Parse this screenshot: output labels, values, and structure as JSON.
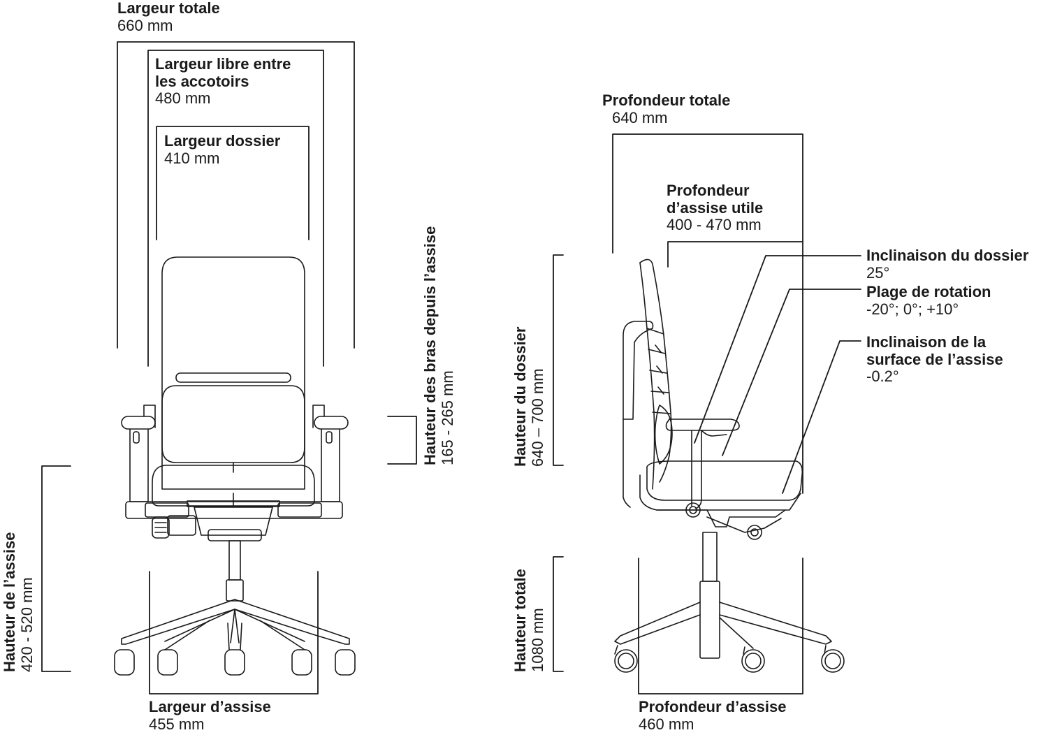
{
  "front_view": {
    "largeur_totale": {
      "title": "Largeur totale",
      "value": "660 mm"
    },
    "largeur_libre": {
      "title_line1": "Largeur libre entre",
      "title_line2": "les accotoirs",
      "value": "480 mm"
    },
    "largeur_dossier": {
      "title": "Largeur dossier",
      "value": "410 mm"
    },
    "hauteur_bras": {
      "title": "Hauteur des bras depuis l’assise",
      "value": "165 - 265 mm"
    },
    "hauteur_assise": {
      "title": "Hauteur de l’assise",
      "value": "420 - 520 mm"
    },
    "largeur_assise": {
      "title": "Largeur d’assise",
      "value": "455 mm"
    }
  },
  "side_view": {
    "profondeur_totale": {
      "title": "Profondeur totale",
      "value": "640 mm"
    },
    "profondeur_utile": {
      "title_line1": "Profondeur",
      "title_line2": "d’assise utile",
      "value": "400 - 470 mm"
    },
    "inclinaison_dossier": {
      "title": "Inclinaison du dossier",
      "value": "25°"
    },
    "plage_rotation": {
      "title": "Plage de rotation",
      "value": "-20°; 0°; +10°"
    },
    "inclinaison_surface": {
      "title_line1": "Inclinaison de la",
      "title_line2": "surface de l’assise",
      "value": "-0.2°"
    },
    "hauteur_dossier": {
      "title": "Hauteur du dossier",
      "value": "640 – 700 mm"
    },
    "hauteur_totale": {
      "title": "Hauteur totale",
      "value": "1080 mm"
    },
    "profondeur_assise": {
      "title": "Profondeur d’assise",
      "value": "460 mm"
    }
  },
  "colors": {
    "line": "#1a1a1a",
    "background": "#ffffff"
  }
}
